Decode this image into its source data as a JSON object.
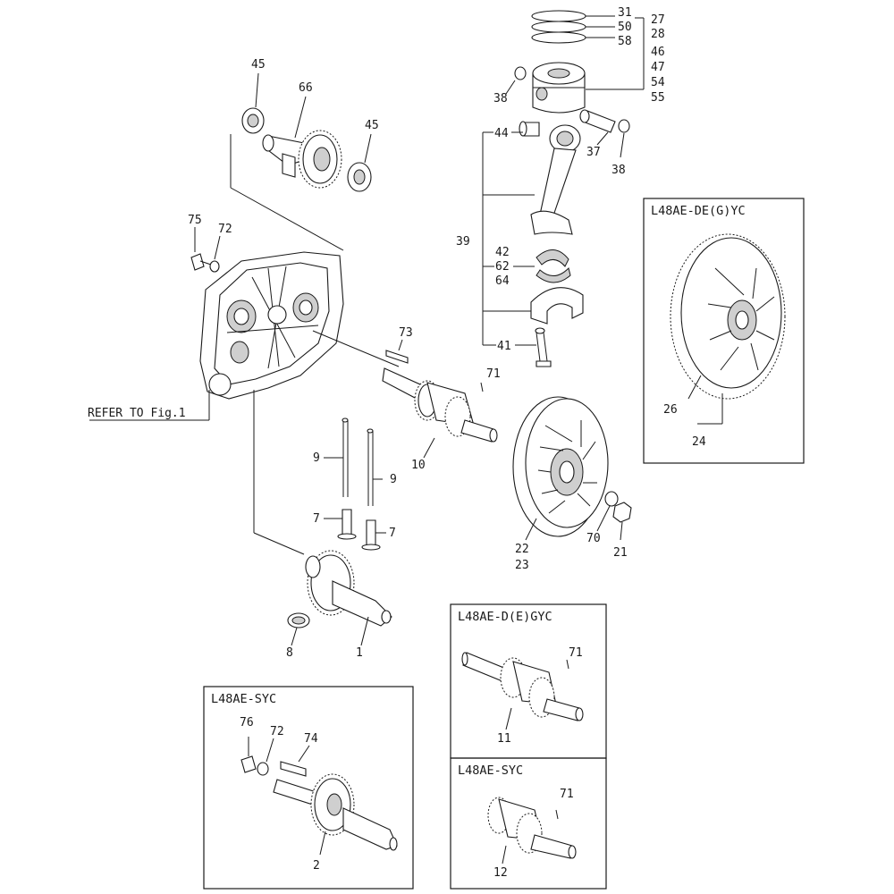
{
  "reference_note": "REFER TO Fig.1",
  "boxes": {
    "top_right": "L48AE-DE(G)YC",
    "mid_right": "L48AE-D(E)GYC",
    "bottom_right": "L48AE-SYC",
    "bottom_left": "L48AE-SYC"
  },
  "callouts": {
    "c31": "31",
    "c50": "50",
    "c58": "58",
    "c27": "27",
    "c28": "28",
    "c46": "46",
    "c47": "47",
    "c54": "54",
    "c55": "55",
    "c38a": "38",
    "c38b": "38",
    "c37": "37",
    "c44": "44",
    "c39": "39",
    "c42": "42",
    "c62": "62",
    "c64": "64",
    "c41": "41",
    "c45a": "45",
    "c45b": "45",
    "c66": "66",
    "c75": "75",
    "c72a": "72",
    "c73": "73",
    "c71a": "71",
    "c10": "10",
    "c9a": "9",
    "c9b": "9",
    "c7a": "7",
    "c7b": "7",
    "c8": "8",
    "c1": "1",
    "c22": "22",
    "c23": "23",
    "c70": "70",
    "c21": "21",
    "c26": "26",
    "c24": "24",
    "c71b": "71",
    "c11": "11",
    "c71c": "71",
    "c12": "12",
    "c76": "76",
    "c72b": "72",
    "c74": "74",
    "c2": "2"
  }
}
